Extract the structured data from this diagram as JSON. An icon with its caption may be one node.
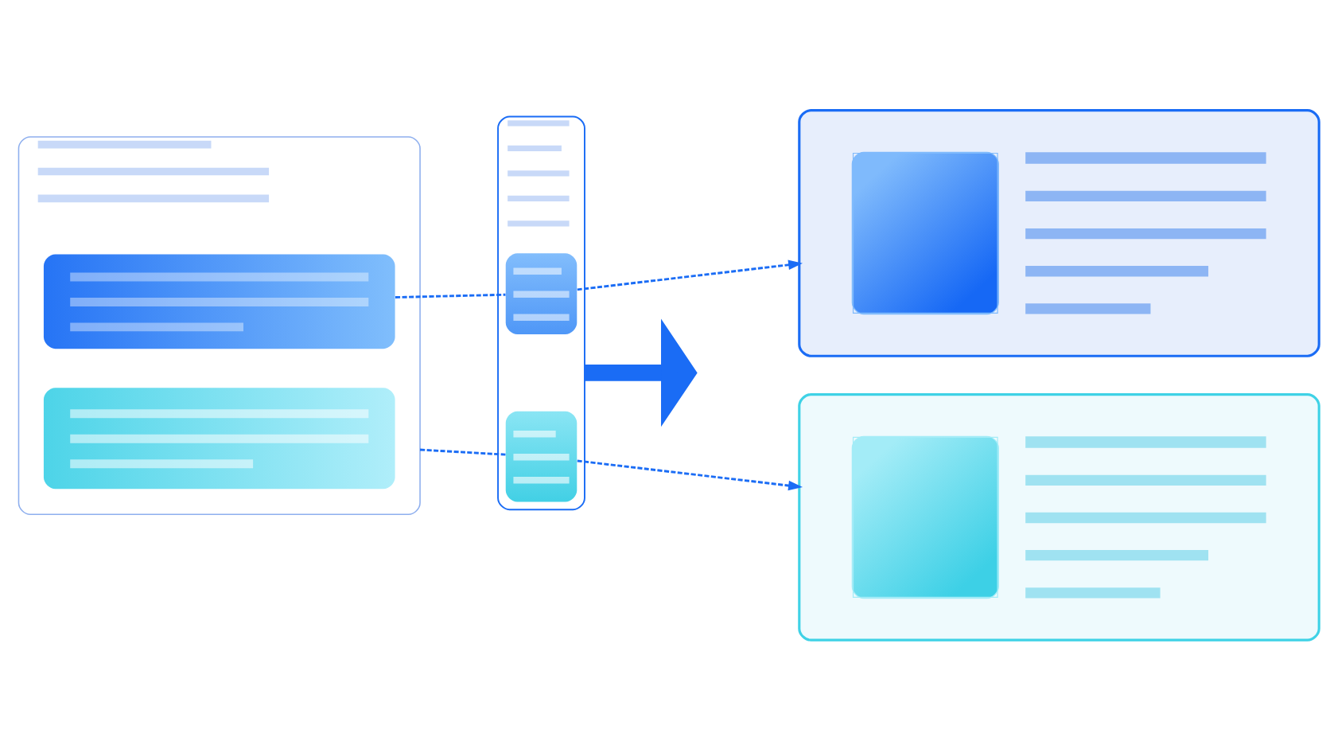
{
  "diagram": {
    "nodes": [
      {
        "text": [],
        "shape": "document"
      },
      {
        "text": [],
        "shape": "box",
        "in": 0
      },
      {
        "text": [],
        "shape": "box",
        "in": 0
      },
      {
        "text": [],
        "shape": "bar"
      },
      {
        "text": [],
        "shape": "box",
        "in": 3
      },
      {
        "text": [],
        "shape": "box",
        "in": 3
      },
      {
        "text": [],
        "shape": "box"
      },
      {
        "text": [],
        "shape": "box"
      }
    ],
    "edges": [
      {
        "from": 1,
        "to": 4,
        "arrow": "none",
        "style": "dashed"
      },
      {
        "from": 0,
        "to": 5,
        "arrow": "none",
        "style": "dashed"
      },
      {
        "from": 4,
        "to": 6,
        "arrow": "to",
        "style": "dashed"
      },
      {
        "from": 5,
        "to": 7,
        "arrow": "to",
        "style": "dashed"
      },
      {
        "from": 3,
        "to": null,
        "arrow": "to",
        "style": "thick"
      }
    ]
  }
}
